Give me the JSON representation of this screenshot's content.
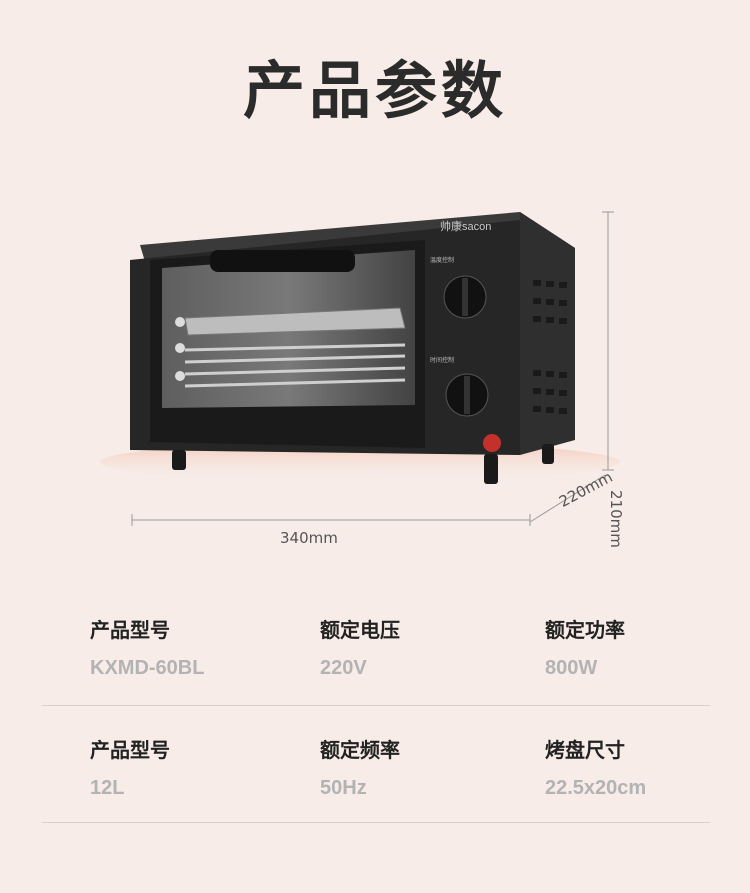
{
  "title": "产品参数",
  "brand": "帅康sacon",
  "dimensions": {
    "width": "340mm",
    "height": "210mm",
    "depth": "220mm"
  },
  "specs": [
    [
      {
        "label": "产品型号",
        "value": "KXMD-60BL"
      },
      {
        "label": "额定电压",
        "value": "220V"
      },
      {
        "label": "额定功率",
        "value": "800W"
      }
    ],
    [
      {
        "label": "产品型号",
        "value": "12L"
      },
      {
        "label": "额定频率",
        "value": "50Hz"
      },
      {
        "label": "烤盘尺寸",
        "value": "22.5x20cm"
      }
    ]
  ],
  "dial_labels": {
    "temp": "温度控制",
    "time": "时间控制"
  }
}
